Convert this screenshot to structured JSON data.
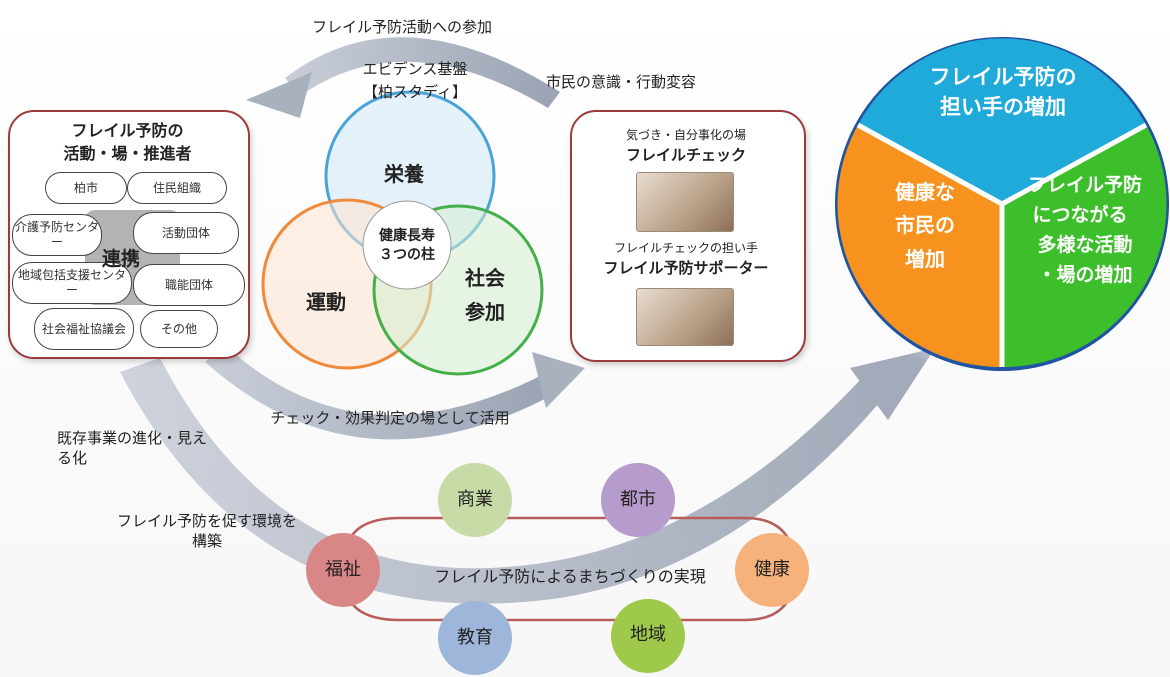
{
  "arrows": {
    "top": "フレイル予防活動への参加",
    "civic": "市民の意識・行動変容",
    "check": "チェック・効果判定の場として活用",
    "evolve": "既存事業の進化・見える化",
    "environment": "フレイル予防を促す環境を構築"
  },
  "evidence": {
    "line1": "エビデンス基盤",
    "line2": "【柏スタディ】"
  },
  "left_panel": {
    "title1": "フレイル予防の",
    "title2": "活動・場・推進者",
    "center": "連携",
    "orgs": [
      "柏市",
      "住民組織",
      "介護予防センター",
      "活動団体",
      "地域包括支援センター",
      "職能団体",
      "社会福祉協議会",
      "その他"
    ]
  },
  "venn": {
    "top": "栄養",
    "left": "運動",
    "right1": "社会",
    "right2": "参加",
    "center1": "健康長寿",
    "center2": "３つの柱"
  },
  "right_panel": {
    "sub1": "気づき・自分事化の場",
    "title1": "フレイルチェック",
    "sub2": "フレイルチェックの担い手",
    "title2": "フレイル予防サポーター"
  },
  "cycle": {
    "top1": "フレイル予防の",
    "top2": "担い手の増加",
    "left1": "健康な",
    "left2": "市民の",
    "left3": "増加",
    "right1": "フレイル予防",
    "right2": "につながる",
    "right3": "多様な活動",
    "right4": "・場の増加"
  },
  "town": {
    "center": "フレイル予防によるまちづくりの実現",
    "nodes": [
      "商業",
      "都市",
      "健康",
      "地域",
      "教育",
      "福祉"
    ]
  },
  "colors": {
    "panel_border": "#9c3b3b",
    "cycle_blue": "#1faad9",
    "cycle_orange": "#f7921e",
    "cycle_green": "#3dbf2b",
    "venn_nutrition": "#4aa3d8",
    "venn_exercise": "#f08a3a",
    "venn_social": "#45b04a"
  }
}
